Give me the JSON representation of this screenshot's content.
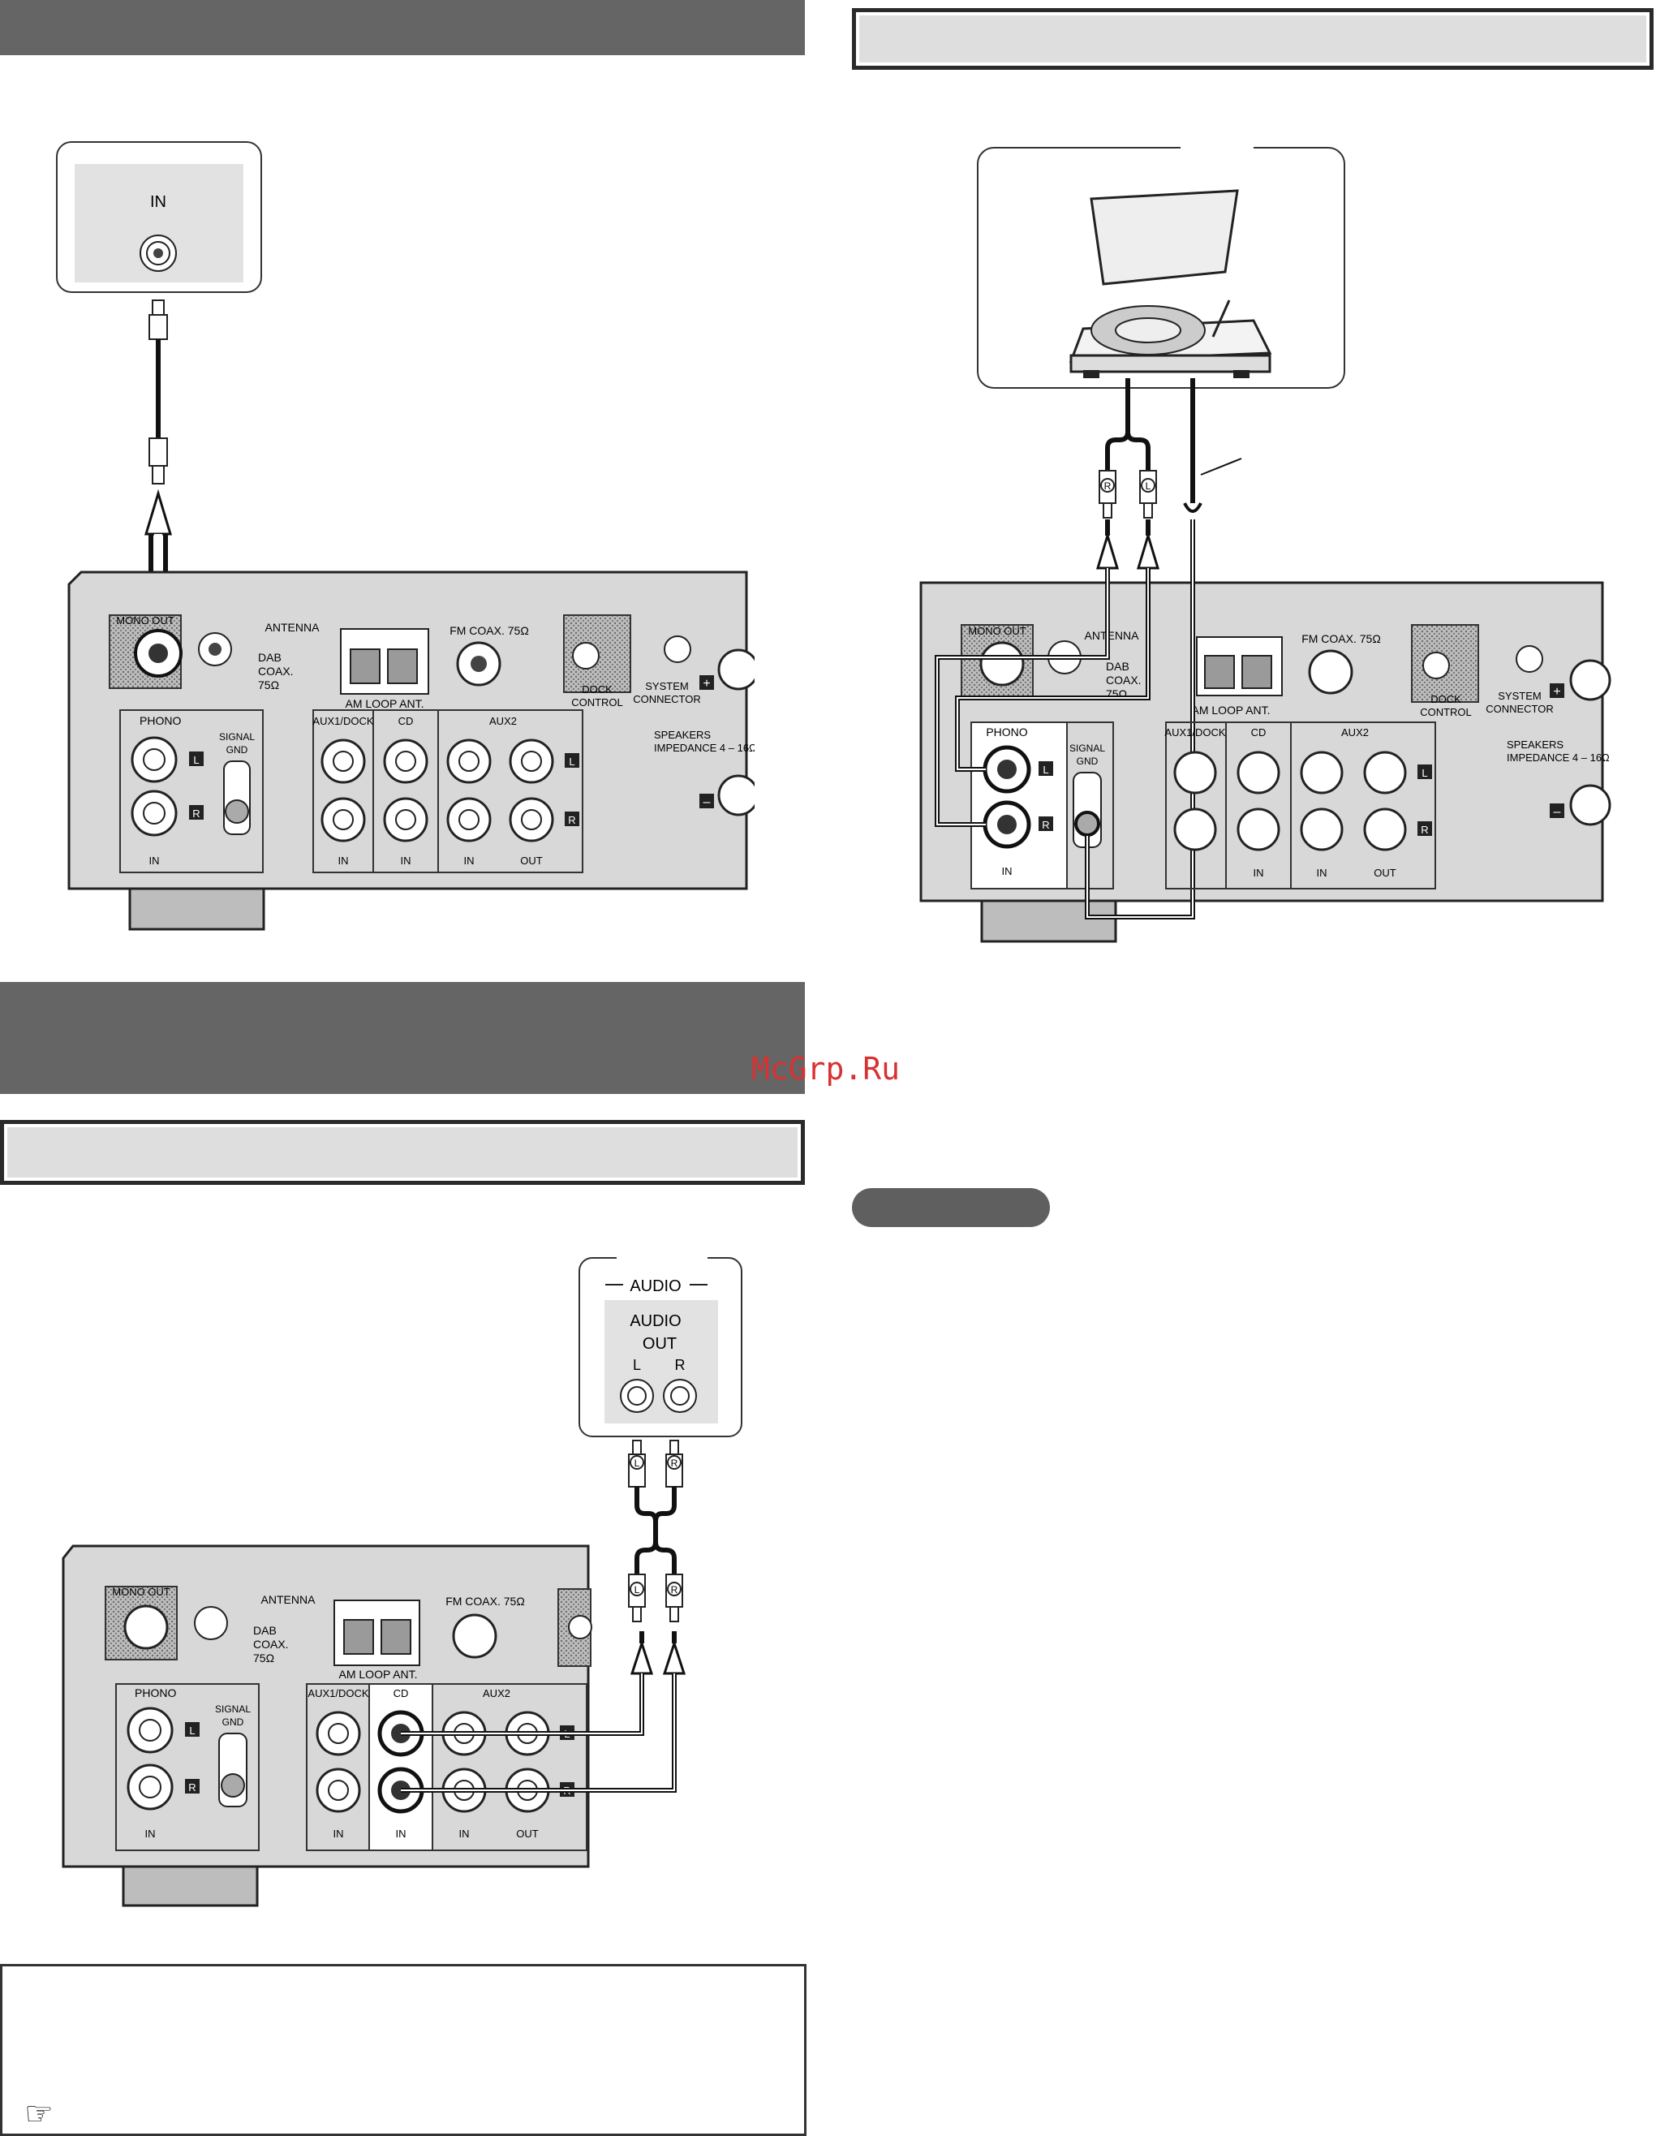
{
  "watermark": "McGrp.Ru",
  "pointer_icon": "hand-pointing-icon",
  "colors": {
    "bar_dark": "#656565",
    "panel_gray": "#d9d9d9",
    "watermark_red": "#d83232",
    "cable": "#111111"
  },
  "mono_sub": {
    "device_label": "IN"
  },
  "phono": {
    "plug_R": "R",
    "plug_L": "L"
  },
  "cd": {
    "device_title": "AUDIO",
    "out_label_1": "AUDIO",
    "out_label_2": "OUT",
    "ch_L": "L",
    "ch_R": "R",
    "plug_L": "L",
    "plug_R": "R"
  },
  "panel": {
    "mono_out": "MONO OUT",
    "antenna": "ANTENNA",
    "dab_1": "DAB",
    "dab_2": "COAX.",
    "dab_3": "75Ω",
    "am_loop": "AM LOOP ANT.",
    "fm_coax": "FM COAX. 75Ω",
    "dock_1": "DOCK",
    "dock_2": "CONTROL",
    "system_1": "SYSTEM",
    "system_2": "CONNECTOR",
    "speakers_1": "SPEAKERS",
    "speakers_2": "IMPEDANCE 4 – 16Ω",
    "phono": "PHONO",
    "signal_1": "SIGNAL",
    "signal_2": "GND",
    "aux1": "AUX1/DOCK",
    "cd": "CD",
    "aux2": "AUX2",
    "in": "IN",
    "out": "OUT",
    "L": "L",
    "R": "R",
    "plus": "+",
    "minus": "–"
  }
}
